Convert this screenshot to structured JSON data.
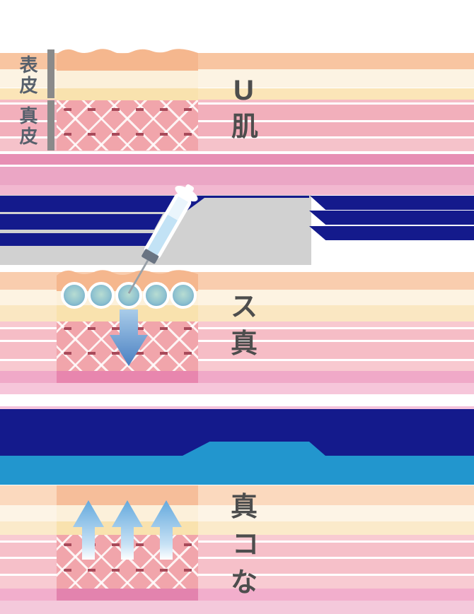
{
  "section1": {
    "bracket_labels": [
      {
        "text": "表皮"
      },
      {
        "text": "真皮"
      }
    ],
    "captions": [
      {
        "text": "U"
      },
      {
        "text": "肌"
      }
    ]
  },
  "section2": {
    "captions": [
      {
        "text": "ス"
      },
      {
        "text": "真"
      }
    ]
  },
  "section3": {
    "captions": [
      {
        "text": "真"
      },
      {
        "text": "コ"
      },
      {
        "text": "な"
      }
    ]
  },
  "colors": {
    "navy": "#141A8C",
    "banner_blue": "#2296CE",
    "panel_gray": "#D1D1D1",
    "caption_gray": "#4D4D4D",
    "label_slate": "#57606C",
    "skin_salmon": "#F5B78E",
    "skin_cream": "#FCF0DA",
    "skin_yellow": "#F9E2AE",
    "dermis_pink": "#F1A5AB",
    "collagen_dash_red": "#A84A5A",
    "subcutis_pink_mid": "#E886AE",
    "subcutis_pink_bottom": "#E383AE"
  }
}
